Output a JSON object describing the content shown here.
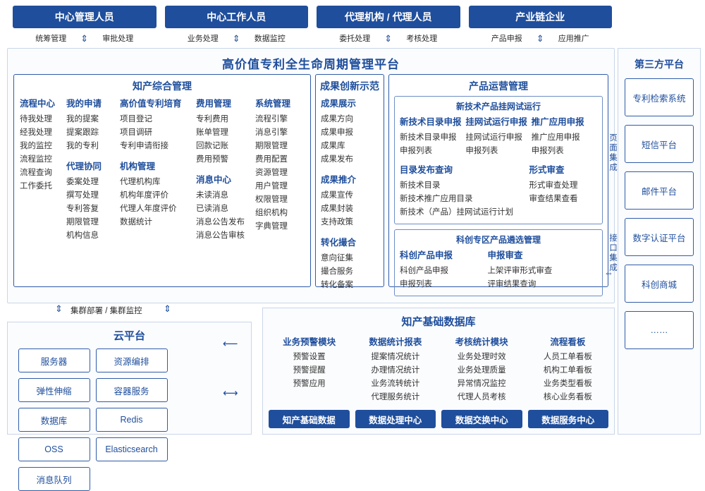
{
  "roles": [
    {
      "label": "中心管理人员",
      "actions": [
        "统筹管理",
        "审批处理"
      ]
    },
    {
      "label": "中心工作人员",
      "actions": [
        "业务处理",
        "数据监控"
      ]
    },
    {
      "label": "代理机构 / 代理人员",
      "actions": [
        "委托处理",
        "考核处理"
      ]
    },
    {
      "label": "产业链企业",
      "actions": [
        "产品申报",
        "应用推广"
      ]
    }
  ],
  "platform": {
    "title": "高价值专利全生命周期管理平台",
    "integration_labels": [
      "页面集成",
      "接口集成"
    ],
    "p1": {
      "title": "知产综合管理",
      "row1": [
        {
          "title": "流程中心",
          "items": [
            "待我处理",
            "经我处理",
            "我的监控",
            "流程监控",
            "流程查询",
            "工作委托"
          ]
        },
        {
          "title": "我的申请",
          "items": [
            "我的提案",
            "提案跟踪",
            "我的专利"
          ]
        },
        {
          "title": "高价值专利培育",
          "items": [
            "项目登记",
            "项目调研",
            "专利申请衔接"
          ]
        },
        {
          "title": "费用管理",
          "items": [
            "专利费用",
            "账单管理",
            "回款记账",
            "费用预警"
          ]
        },
        {
          "title": "系统管理",
          "items": [
            "流程引擎",
            "消息引擎",
            "期限管理",
            "费用配置",
            "资源管理"
          ]
        }
      ],
      "row2": [
        {
          "title": "代理协同",
          "items": [
            "委案处理",
            "撰写处理",
            "专利答复",
            "期限管理",
            "机构信息"
          ]
        },
        {
          "title": "机构管理",
          "items": [
            "代理机构库",
            "机构年度评价",
            "代理人年度评价",
            "数据统计"
          ]
        },
        {
          "title": "消息中心",
          "items": [
            "未读消息",
            "已读消息",
            "消息公告发布",
            "消息公告审核"
          ]
        },
        {
          "title": "",
          "items": [
            "用户管理",
            "权限管理",
            "组织机构",
            "字典管理"
          ]
        }
      ]
    },
    "p2": {
      "title": "成果创新示范",
      "groups": [
        {
          "title": "成果展示",
          "items": [
            "成果方向",
            "成果申报",
            "成果库",
            "成果发布"
          ]
        },
        {
          "title": "成果推介",
          "items": [
            "成果宣传",
            "成果封装",
            "支持政策"
          ]
        },
        {
          "title": "转化撮合",
          "items": [
            "意向征集",
            "撮合服务",
            "转化备案"
          ]
        }
      ]
    },
    "p3": {
      "title": "产品运营管理",
      "box1": {
        "title": "新技术产品挂网试运行",
        "cols": [
          {
            "title": "新技术目录申报",
            "items": [
              "新技术目录申报",
              "申报列表"
            ]
          },
          {
            "title": "挂网试运行申报",
            "items": [
              "挂网试运行申报",
              "申报列表"
            ]
          },
          {
            "title": "推广应用申报",
            "items": [
              "推广应用申报",
              "申报列表"
            ]
          }
        ],
        "cols2": [
          {
            "title": "目录发布查询",
            "items": [
              "新技术目录",
              "新技术推广应用目录",
              "新技术（产品）挂网试运行计划"
            ]
          },
          {
            "title": "形式审查",
            "items": [
              "形式审查处理",
              "审查结果查看"
            ]
          }
        ]
      },
      "box2": {
        "title": "科创专区产品遴选管理",
        "cols": [
          {
            "title": "科创产品申报",
            "items": [
              "科创产品申报",
              "申报列表"
            ]
          },
          {
            "title": "申报审查",
            "items": [
              "上架评审形式审查",
              "评审结果查询"
            ]
          }
        ]
      }
    }
  },
  "third_party": {
    "title": "第三方平台",
    "items": [
      "专利检索系统",
      "短信平台",
      "邮件平台",
      "数字认证平台",
      "科创商城",
      "……"
    ]
  },
  "cloud": {
    "title": "云平台",
    "cluster_label": "集群部署 / 集群监控",
    "cells": [
      "服务器",
      "资源编排",
      "弹性伸缩",
      "容器服务",
      "数据库",
      "Redis",
      "OSS",
      "Elasticsearch",
      "消息队列"
    ]
  },
  "database": {
    "title": "知产基础数据库",
    "cols": [
      {
        "title": "业务预警模块",
        "items": [
          "预警设置",
          "预警提醒",
          "预警应用"
        ]
      },
      {
        "title": "数据统计报表",
        "items": [
          "提案情况统计",
          "办理情况统计",
          "业务流转统计",
          "代理服务统计"
        ]
      },
      {
        "title": "考核统计模块",
        "items": [
          "业务处理时效",
          "业务处理质量",
          "异常情况监控",
          "代理人员考核"
        ]
      },
      {
        "title": "流程看板",
        "items": [
          "人员工单看板",
          "机构工单看板",
          "业务类型看板",
          "核心业务看板"
        ]
      }
    ],
    "bottom": [
      "知产基础数据",
      "数据处理中心",
      "数据交换中心",
      "数据服务中心"
    ]
  }
}
